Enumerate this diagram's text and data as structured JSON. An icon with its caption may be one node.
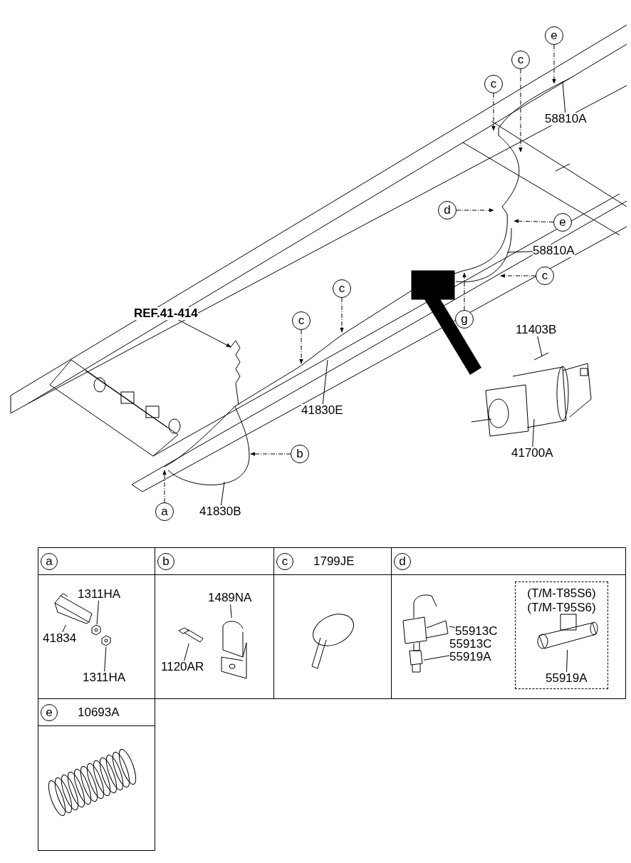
{
  "diagram": {
    "nodes": [
      {
        "text": [
          "REF.41-414"
        ]
      },
      {
        "text": [
          "c"
        ]
      },
      {
        "text": [
          "c"
        ]
      },
      {
        "text": [
          "c"
        ]
      },
      {
        "text": [
          "c"
        ]
      },
      {
        "text": [
          "e"
        ]
      },
      {
        "text": [
          "58810A"
        ]
      },
      {
        "text": [
          "d"
        ]
      },
      {
        "text": [
          "e"
        ]
      },
      {
        "text": [
          "58810A"
        ]
      },
      {
        "text": [
          "c"
        ]
      },
      {
        "text": [
          "g"
        ]
      },
      {
        "text": [
          "11403B"
        ]
      },
      {
        "text": [
          "41700A"
        ]
      },
      {
        "text": [
          "41830E"
        ]
      },
      {
        "text": [
          "b"
        ]
      },
      {
        "text": [
          "a"
        ]
      },
      {
        "text": [
          "41830B"
        ]
      },
      {
        "text": [
          "a"
        ]
      },
      {
        "text": [],
        "shape": "box"
      },
      {
        "text": [
          "1311HA"
        ],
        "in": 19
      },
      {
        "text": [
          "41834"
        ],
        "in": 19
      },
      {
        "text": [
          "1311HA"
        ],
        "in": 19
      },
      {
        "text": [
          "b"
        ]
      },
      {
        "text": [],
        "shape": "box"
      },
      {
        "text": [
          "1489NA"
        ],
        "in": 24
      },
      {
        "text": [
          "1120AR"
        ],
        "in": 24
      },
      {
        "text": [
          "c",
          "1799JE"
        ]
      },
      {
        "text": [],
        "shape": "box"
      },
      {
        "text": [
          "d"
        ]
      },
      {
        "text": [],
        "shape": "box"
      },
      {
        "text": [
          "55913C"
        ],
        "in": 30
      },
      {
        "text": [
          "55913C 55919A"
        ],
        "in": 30
      },
      {
        "text": [
          "(T/M-T85S6) (T/M-T95S6)"
        ],
        "in": 30
      },
      {
        "text": [
          "55919A"
        ],
        "in": 33
      },
      {
        "text": [
          "e",
          "10693A"
        ]
      },
      {
        "text": [],
        "shape": "box"
      },
      {
        "text": [],
        "shape": "picture",
        "in": 19
      },
      {
        "text": [],
        "shape": "picture",
        "in": 19
      },
      {
        "text": [],
        "shape": "picture",
        "in": 19
      },
      {
        "text": [],
        "shape": "picture",
        "in": 24
      },
      {
        "text": [],
        "shape": "picture",
        "in": 24
      },
      {
        "text": [],
        "shape": "picture",
        "in": 30
      },
      {
        "text": [],
        "shape": "picture",
        "in": 30
      },
      {
        "text": [],
        "shape": "picture",
        "in": 33
      }
    ],
    "edges": [
      {
        "from": 0,
        "to": null,
        "arrow": "to"
      },
      {
        "from": 1,
        "to": null,
        "arrow": "to",
        "style": "dashed"
      },
      {
        "from": 2,
        "to": null,
        "arrow": "to",
        "style": "dashed"
      },
      {
        "from": 3,
        "to": null,
        "arrow": "to",
        "style": "dashed"
      },
      {
        "from": 4,
        "to": null,
        "arrow": "to",
        "style": "dashed"
      },
      {
        "from": 5,
        "to": null,
        "arrow": "to",
        "style": "dashed"
      },
      {
        "from": 6,
        "to": null,
        "arrow": "none"
      },
      {
        "from": 7,
        "to": null,
        "arrow": "to",
        "style": "dashed"
      },
      {
        "from": 8,
        "to": null,
        "arrow": "to",
        "style": "dashed"
      },
      {
        "from": 9,
        "to": null,
        "arrow": "none"
      },
      {
        "from": 10,
        "to": null,
        "arrow": "to",
        "style": "dashed"
      },
      {
        "from": 11,
        "to": null,
        "arrow": "to",
        "style": "dashed"
      },
      {
        "from": 12,
        "to": null,
        "arrow": "none"
      },
      {
        "from": 13,
        "to": null,
        "arrow": "none"
      },
      {
        "from": 14,
        "to": null,
        "arrow": "none"
      },
      {
        "from": 15,
        "to": null,
        "arrow": "to",
        "style": "dashed"
      },
      {
        "from": 16,
        "to": null,
        "arrow": "to",
        "style": "dashed"
      },
      {
        "from": 17,
        "to": null,
        "arrow": "none"
      },
      {
        "from": 20,
        "to": 38,
        "arrow": "none"
      },
      {
        "from": 21,
        "to": 37,
        "arrow": "none"
      },
      {
        "from": 22,
        "to": 39,
        "arrow": "none"
      },
      {
        "from": 25,
        "to": 40,
        "arrow": "none"
      },
      {
        "from": 26,
        "to": 41,
        "arrow": "none"
      },
      {
        "from": 31,
        "to": 42,
        "arrow": "none"
      },
      {
        "from": 32,
        "to": 43,
        "arrow": "none"
      },
      {
        "from": 34,
        "to": 44,
        "arrow": "none"
      }
    ]
  }
}
